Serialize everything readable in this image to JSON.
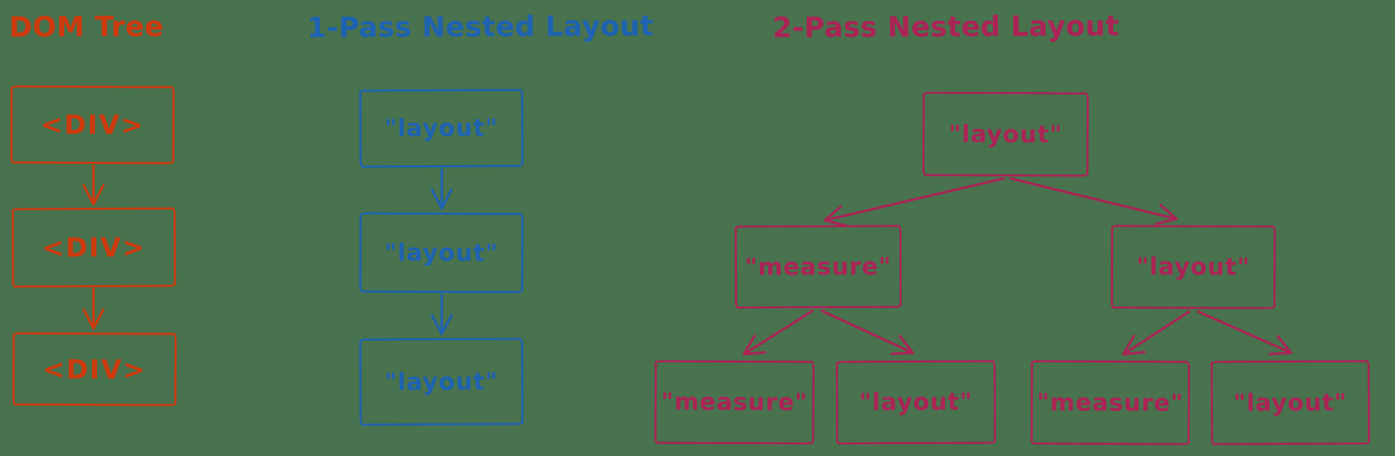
{
  "palette": {
    "background": "#49724e",
    "orange": "#cd3b0e",
    "blue": "#1e63b2",
    "magenta": "#ab2456"
  },
  "diagram": {
    "dom_tree": {
      "title": "DOM Tree",
      "nodes": [
        "<DIV>",
        "<DIV>",
        "<DIV>"
      ]
    },
    "one_pass": {
      "title": "1-Pass Nested Layout",
      "nodes": [
        "\"layout\"",
        "\"layout\"",
        "\"layout\""
      ]
    },
    "two_pass": {
      "title": "2-Pass Nested Layout",
      "root": "\"layout\"",
      "level2": [
        "\"measure\"",
        "\"layout\""
      ],
      "level3": [
        "\"measure\"",
        "\"layout\"",
        "\"measure\"",
        "\"layout\""
      ]
    }
  }
}
